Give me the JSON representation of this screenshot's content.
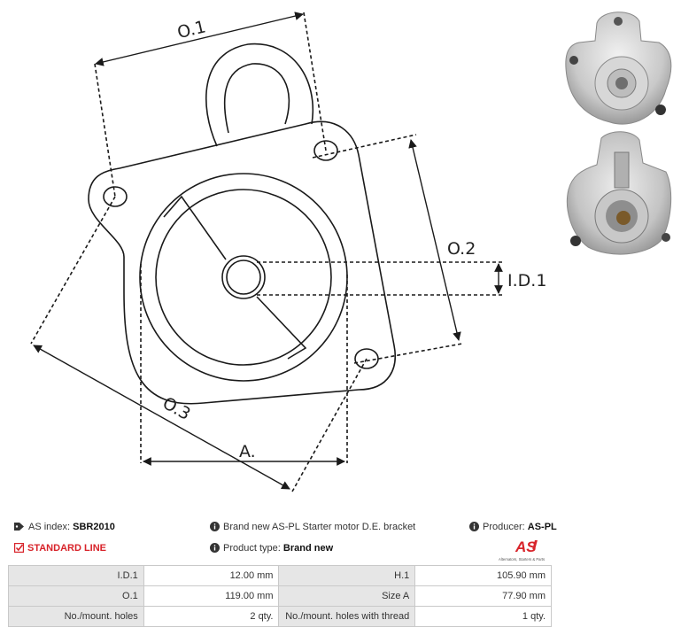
{
  "drawing": {
    "labels": {
      "o1": "O.1",
      "o2": "O.2",
      "o3": "O.3",
      "id1": "I.D.1",
      "a": "A."
    }
  },
  "info": {
    "as_index_label": "AS index:",
    "as_index_value": "SBR2010",
    "description": "Brand new AS-PL Starter motor D.E. bracket",
    "producer_label": "Producer:",
    "producer_value": "AS-PL",
    "line": "STANDARD LINE",
    "product_type_label": "Product type:",
    "product_type_value": "Brand new"
  },
  "logo": {
    "mark": "AS",
    "tagline": "Alternators, Starters & Parts",
    "color": "#d8232a"
  },
  "specs": [
    [
      "I.D.1",
      "12.00 mm",
      "H.1",
      "105.90 mm"
    ],
    [
      "O.1",
      "119.00 mm",
      "Size A",
      "77.90 mm"
    ],
    [
      "No./mount. holes",
      "2 qty.",
      "No./mount. holes with thread",
      "1 qty."
    ]
  ],
  "colors": {
    "accent": "#d8232a",
    "header_cell": "#e6e6e6"
  }
}
